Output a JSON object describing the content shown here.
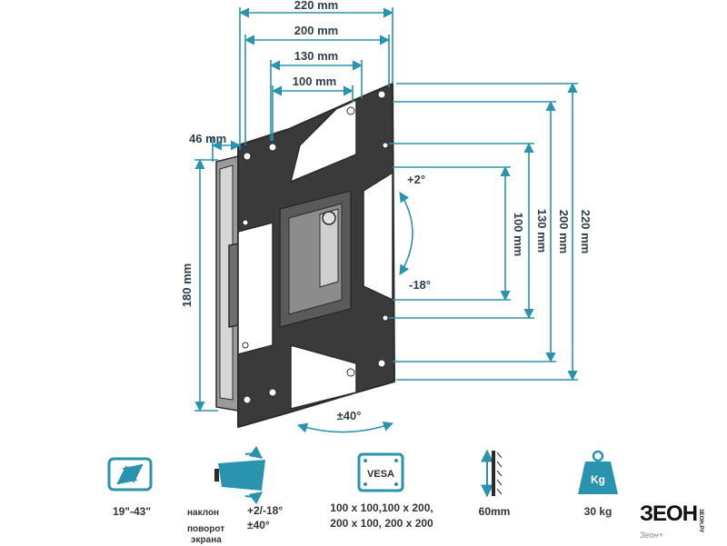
{
  "colors": {
    "dimension": "#2a93ad",
    "bracket": "#2b2b2b",
    "text": "#2f3d47",
    "icon": "#2a93ad"
  },
  "dimensions": {
    "top_220": "220 mm",
    "top_200": "200 mm",
    "top_130": "130 mm",
    "top_100": "100 mm",
    "depth_46": "46 mm",
    "left_180": "180 mm",
    "right_100": "100 mm",
    "right_130": "130 mm",
    "right_200": "200 mm",
    "right_220": "220 mm",
    "tilt_up": "+2°",
    "tilt_down": "-18°",
    "swivel": "±40°"
  },
  "specs": {
    "screen_size": {
      "icon": "diagonal-arrow-icon",
      "label": "19\"-43\""
    },
    "tilt_swivel": {
      "icon": "tilt-screen-icon",
      "tilt_label": "наклон",
      "tilt_value": "+2/-18°",
      "swivel_label_line1": "поворот",
      "swivel_label_line2": "экрана",
      "swivel_value": "±40°"
    },
    "vesa": {
      "icon": "vesa-plate-icon",
      "icon_text": "VESA",
      "line1": "100 x 100,100 x 200,",
      "line2": "200 x 100, 200 x 200"
    },
    "depth": {
      "icon": "wall-depth-icon",
      "label": "60mm"
    },
    "load": {
      "icon": "weight-icon",
      "icon_text": "Kg",
      "label": "30 kg"
    }
  },
  "logo": {
    "text": "ЗЕОН",
    "side_text": "ЗЕОН.РУ",
    "caption": "Зеон+"
  }
}
